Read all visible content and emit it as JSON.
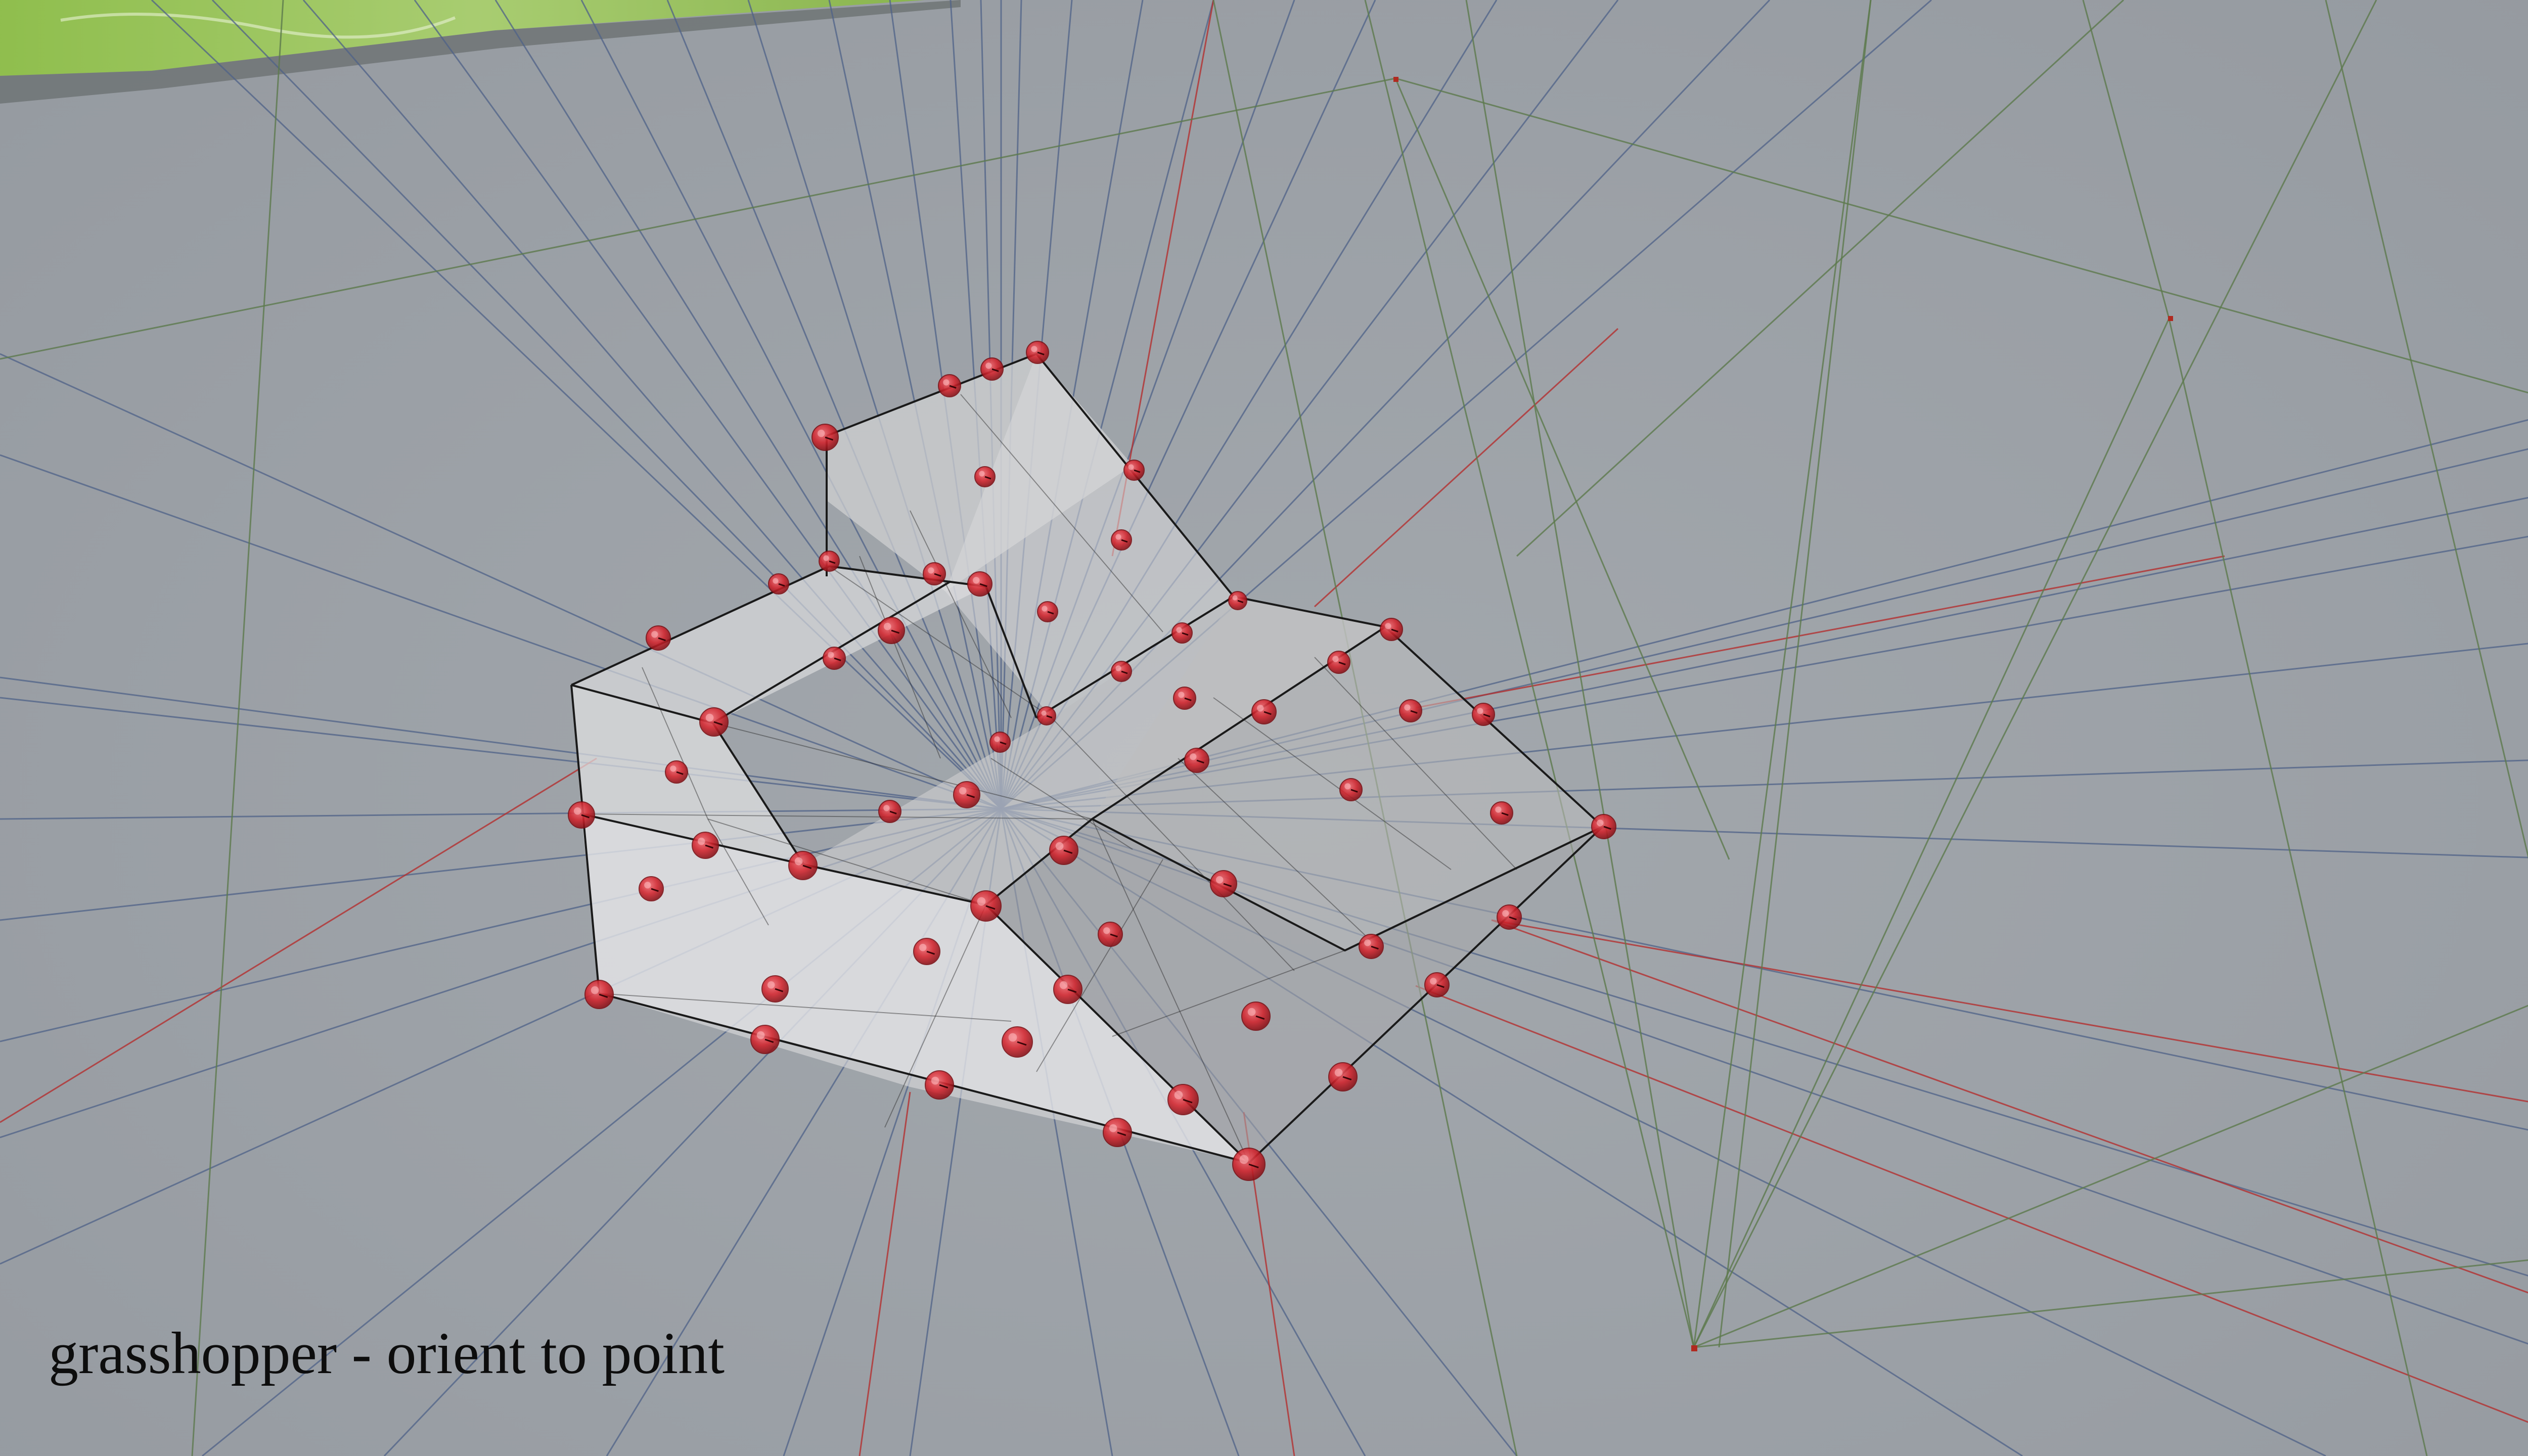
{
  "caption": {
    "text": "grasshopper - orient to point"
  },
  "colors": {
    "background": "#9ea3a8",
    "blue_line": "#4f6288",
    "green_line": "#5d7a4d",
    "red_line": "#b43030",
    "point_red": "#c8232b",
    "surface": "#d9d9db",
    "edge": "#1a1a1a",
    "terrain_green": "#93c24b"
  },
  "viewport": {
    "type": "3d-perspective",
    "content": "mesh-with-point-markers-and-orientation-lines"
  }
}
